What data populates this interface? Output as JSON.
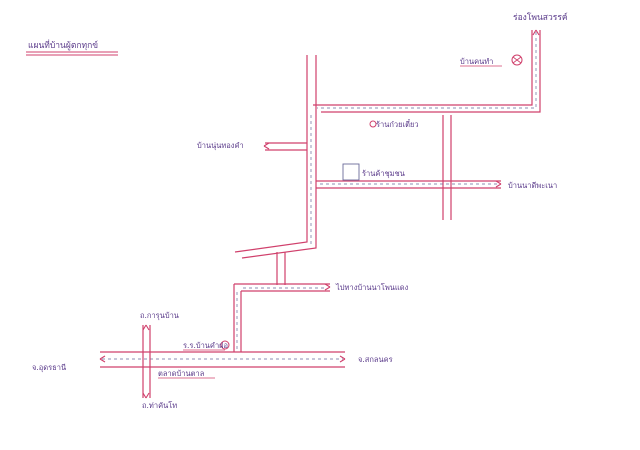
{
  "map": {
    "title": "แผนที่บ้านผู้ตกทุกข์",
    "labels": {
      "top_right": "ร่องโพนสวรรค์",
      "house": "บ้านคนทำ",
      "shop_a": "ร้านก๋วยเตี๋ยว",
      "left_branch": "บ้านนุ่นทองคำ",
      "landmark_box": "ร้านค้าชุมชน",
      "right_branch": "บ้านนาดีพะเนา",
      "middle_right": "ไปทางบ้านนาโพนแดง",
      "upper_left_road": "ถ.การุนบ้าน",
      "school": "ร.ร.บ้านคำฝ่อ",
      "market": "ตลาดบ้านตาล",
      "left_town": "จ.อุดรธานี",
      "right_town": "จ.สกลนคร",
      "bottom_road": "ถ.ท่าคันโท"
    }
  }
}
